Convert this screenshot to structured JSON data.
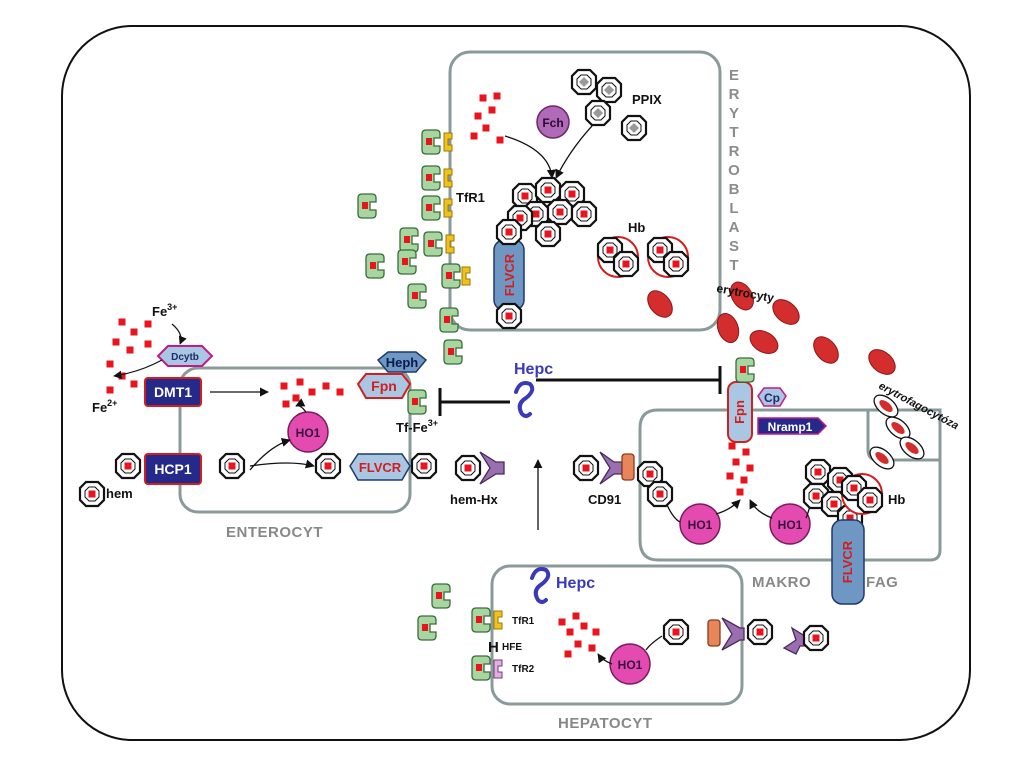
{
  "cells": {
    "enterocyte": "ENTEROCYT",
    "erythroblast": "ERYTROBLAST",
    "macrophage_left": "MAKRO",
    "macrophage_right": "FAG",
    "hepatocyte": "HEPATOCYT"
  },
  "labels": {
    "fe3": "Fe",
    "fe3_sup": "3+",
    "fe2": "Fe",
    "fe2_sup": "2+",
    "dcytb": "Dcytb",
    "dmt1": "DMT1",
    "hcp1": "HCP1",
    "hem": "hem",
    "heph": "Heph",
    "fpn_enterocyte": "Fpn",
    "flvcr_enterocyte": "FLVCR",
    "ho1_enterocyte": "HO1",
    "tf_fe3": "Tf-Fe",
    "tf_fe3_sup": "3+",
    "hepc_center": "Hepc",
    "hem_hx": "hem-Hx",
    "cd91": "CD91",
    "tfr1_erythroblast": "TfR1",
    "fch": "Fch",
    "ppix": "PPIX",
    "hb_erythroblast": "Hb",
    "flvcr_erythroblast": "FLVCR",
    "erythrocytes": "erytrocyty",
    "erythrophagocytosis": "erytrofagocytóza",
    "fpn_macrophage": "Fpn",
    "cp": "Cp",
    "nramp1": "Nramp1",
    "ho1_macro_a": "HO1",
    "ho1_macro_b": "HO1",
    "hb_macrophage": "Hb",
    "flvcr_macrophage": "FLVCR",
    "hepc_hepatocyte": "Hepc",
    "tfr1_hepatocyte": "TfR1",
    "hfe": "HFE",
    "tfr2": "TfR2",
    "ho1_hepatocyte": "HO1"
  },
  "colors": {
    "iron": "#e8141e",
    "heme_ring": "#111111",
    "dmt1_box": "#25298a",
    "light_blue": "#a9c6e2",
    "ho1_pink": "#e44bb1",
    "fch_purple": "#b06ab8",
    "transferrin_green": "#a8d6a0",
    "receptor_yellow": "#f2c21a",
    "hx_purple": "#9a6fb0",
    "cd91_orange": "#e9855a",
    "rbc_red": "#d42d2d",
    "hepcidin_blue": "#3a3ab8",
    "cell_border": "#8a9a9a"
  }
}
